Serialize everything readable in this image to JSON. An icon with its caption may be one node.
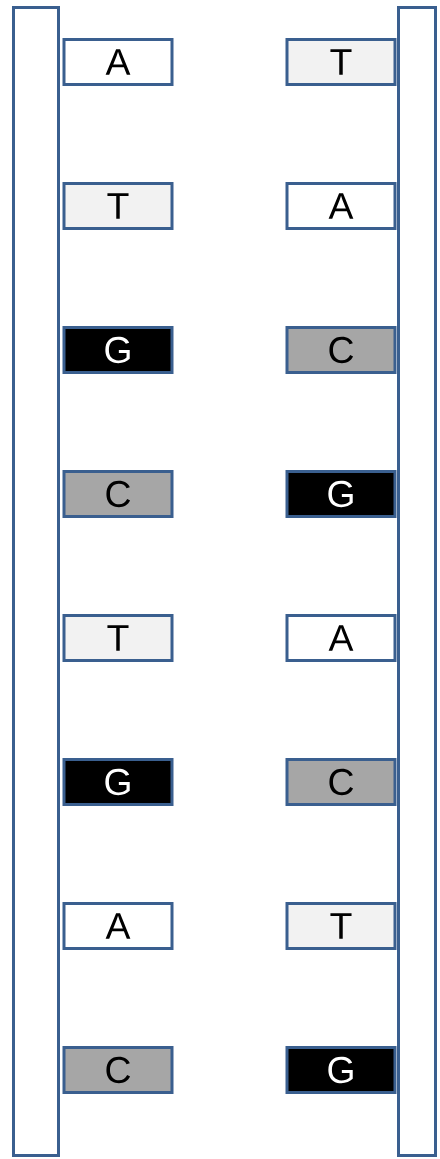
{
  "diagram": {
    "nodes": [
      {
        "text": [],
        "shape": "bar"
      },
      {
        "text": [],
        "shape": "bar"
      },
      {
        "text": [
          "A"
        ]
      },
      {
        "text": [
          "T"
        ]
      },
      {
        "text": [
          "T"
        ]
      },
      {
        "text": [
          "A"
        ]
      },
      {
        "text": [
          "G"
        ]
      },
      {
        "text": [
          "C"
        ]
      },
      {
        "text": [
          "C"
        ]
      },
      {
        "text": [
          "G"
        ]
      },
      {
        "text": [
          "T"
        ]
      },
      {
        "text": [
          "A"
        ]
      },
      {
        "text": [
          "G"
        ]
      },
      {
        "text": [
          "C"
        ]
      },
      {
        "text": [
          "A"
        ]
      },
      {
        "text": [
          "T"
        ]
      },
      {
        "text": [
          "C"
        ]
      },
      {
        "text": [
          "G"
        ]
      }
    ]
  }
}
